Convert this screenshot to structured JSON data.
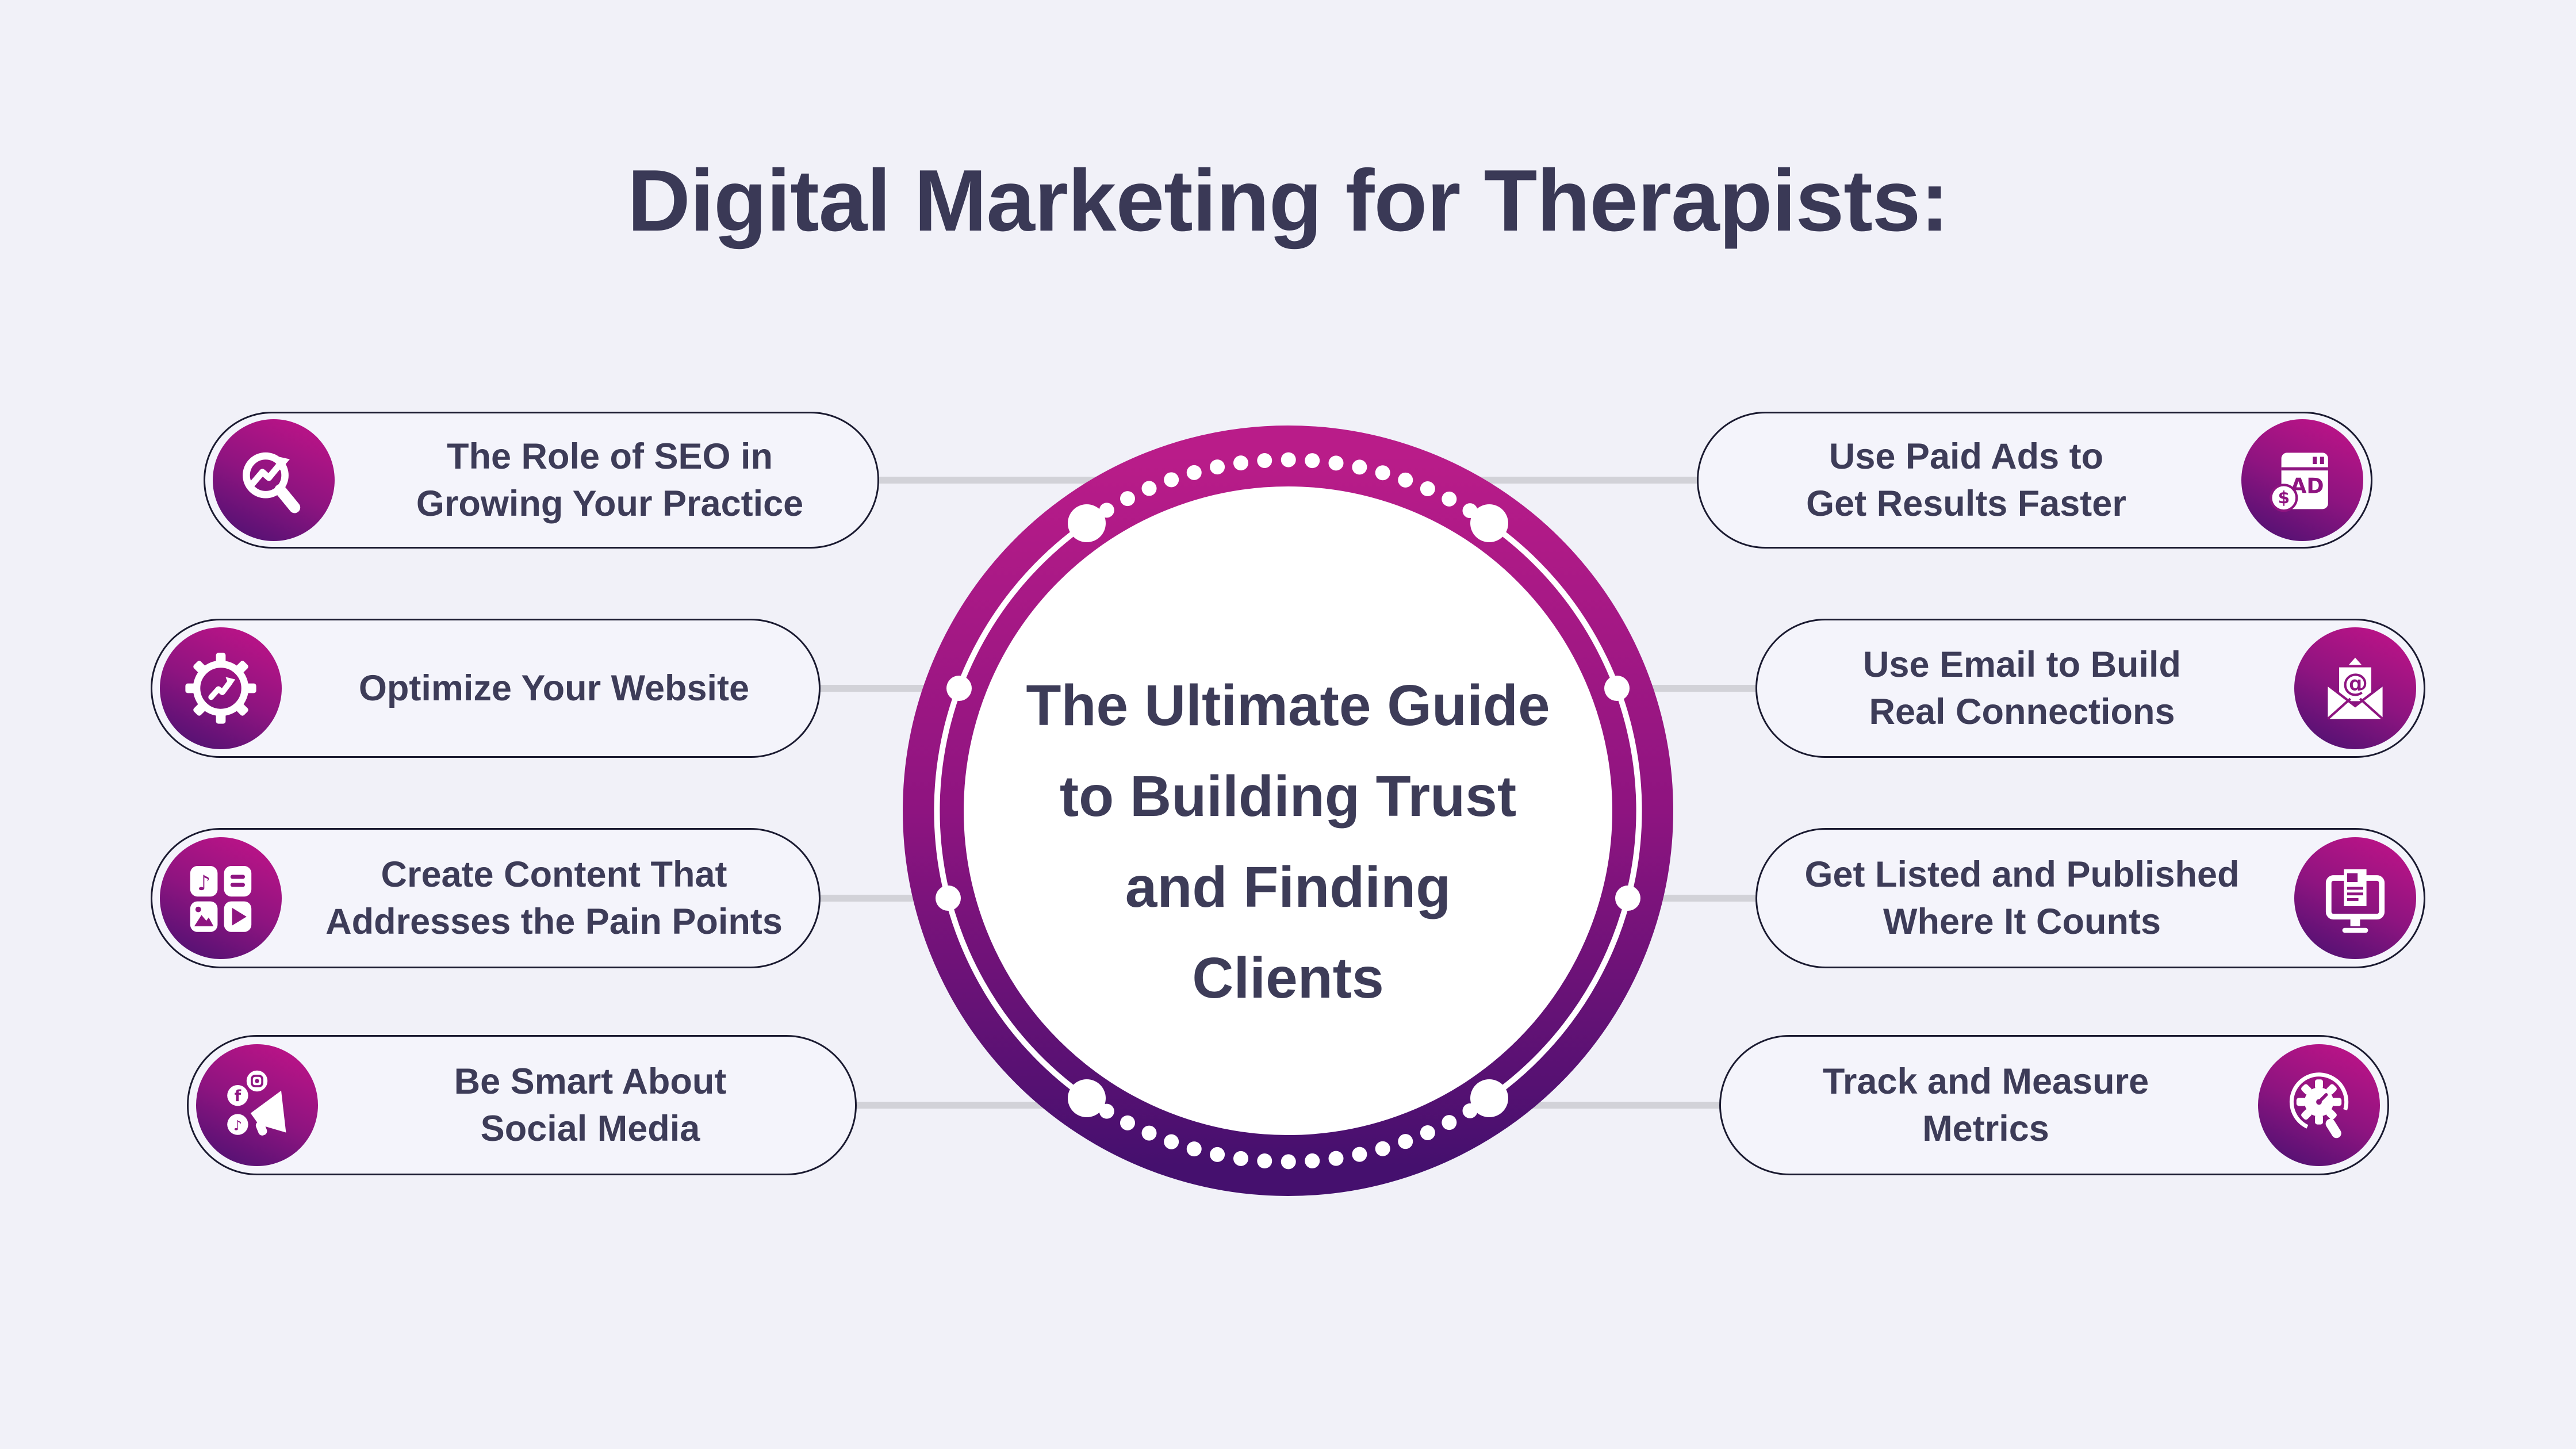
{
  "title": "Digital Marketing for Therapists:",
  "center_circle": {
    "lines": [
      "The Ultimate Guide",
      "to Building Trust",
      "and Finding",
      "Clients"
    ]
  },
  "left_items": [
    {
      "line1": "The Role of SEO in",
      "line2": "Growing Your Practice",
      "icon": "seo-growth-icon"
    },
    {
      "line1": "Optimize Your Website",
      "line2": "",
      "icon": "optimize-gear-icon"
    },
    {
      "line1": "Create Content That",
      "line2": "Addresses the Pain Points",
      "icon": "content-blocks-icon"
    },
    {
      "line1": "Be Smart About",
      "line2": "Social Media",
      "icon": "social-media-icon"
    }
  ],
  "right_items": [
    {
      "line1": "Use Paid Ads to",
      "line2": "Get Results Faster",
      "icon": "paid-ads-icon"
    },
    {
      "line1": "Use Email to Build",
      "line2": "Real Connections",
      "icon": "email-icon"
    },
    {
      "line1": "Get Listed and Published",
      "line2": "Where It Counts",
      "icon": "publish-monitor-icon"
    },
    {
      "line1": "Track and Measure",
      "line2": "Metrics",
      "icon": "metrics-gauge-icon"
    }
  ],
  "icon_badge_labels": {
    "ad": "AD",
    "dollar": "$",
    "facebook": "f"
  },
  "colors": {
    "background": "#f1f1f8",
    "text": "#3d3c58",
    "title_text": "#3a3956",
    "ring_gradient_top": "#b91c89",
    "ring_gradient_mid": "#8e1480",
    "ring_gradient_bottom": "#45106e",
    "icon_gradient_start": "#c41388",
    "icon_gradient_end": "#471170",
    "connector": "#d2d2d8",
    "pill_border": "#1a1a30",
    "pill_fill": "#f4f4fb"
  }
}
